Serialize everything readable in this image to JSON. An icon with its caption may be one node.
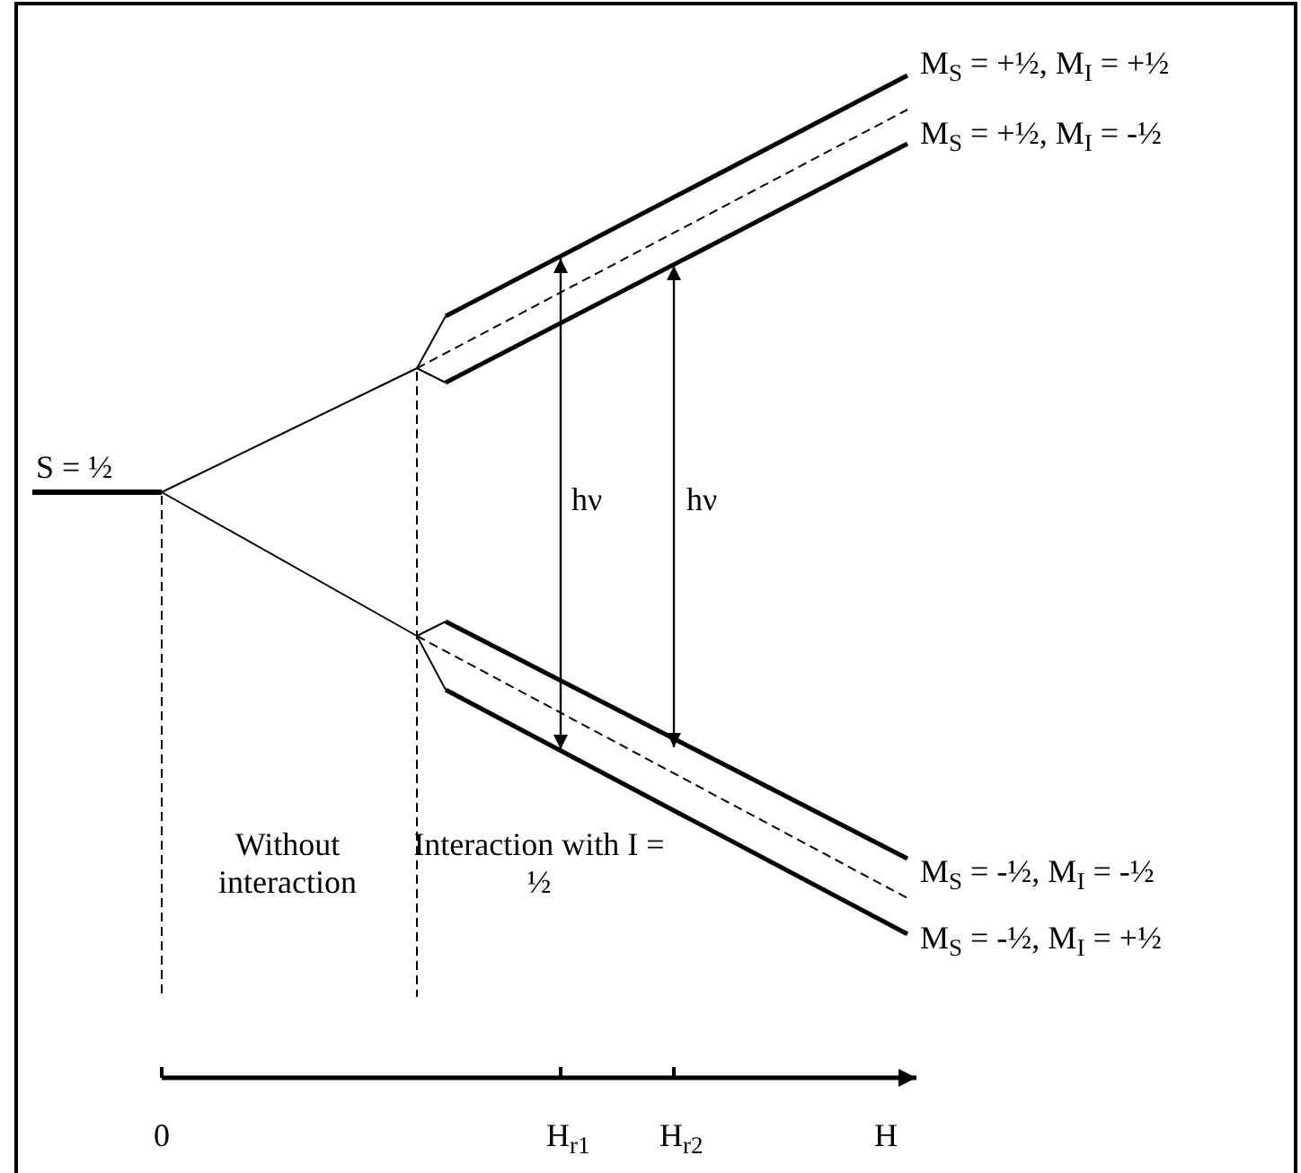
{
  "diagram": {
    "labels": [
      "M$_{S}$ = +½, M$_{I}$ = +½",
      "M$_{S}$ = +½, M$_{I}$ = -½",
      "S = ½",
      "hν",
      "hν",
      "M$_{S}$ = -½, M$_{I}$ = -½",
      "Without interaction",
      "Interaction with I = ½",
      "M$_{S}$ = -½, M$_{I}$ = +½",
      "0",
      "H$_{r1}$",
      "H$_{r2}$",
      "H"
    ]
  }
}
